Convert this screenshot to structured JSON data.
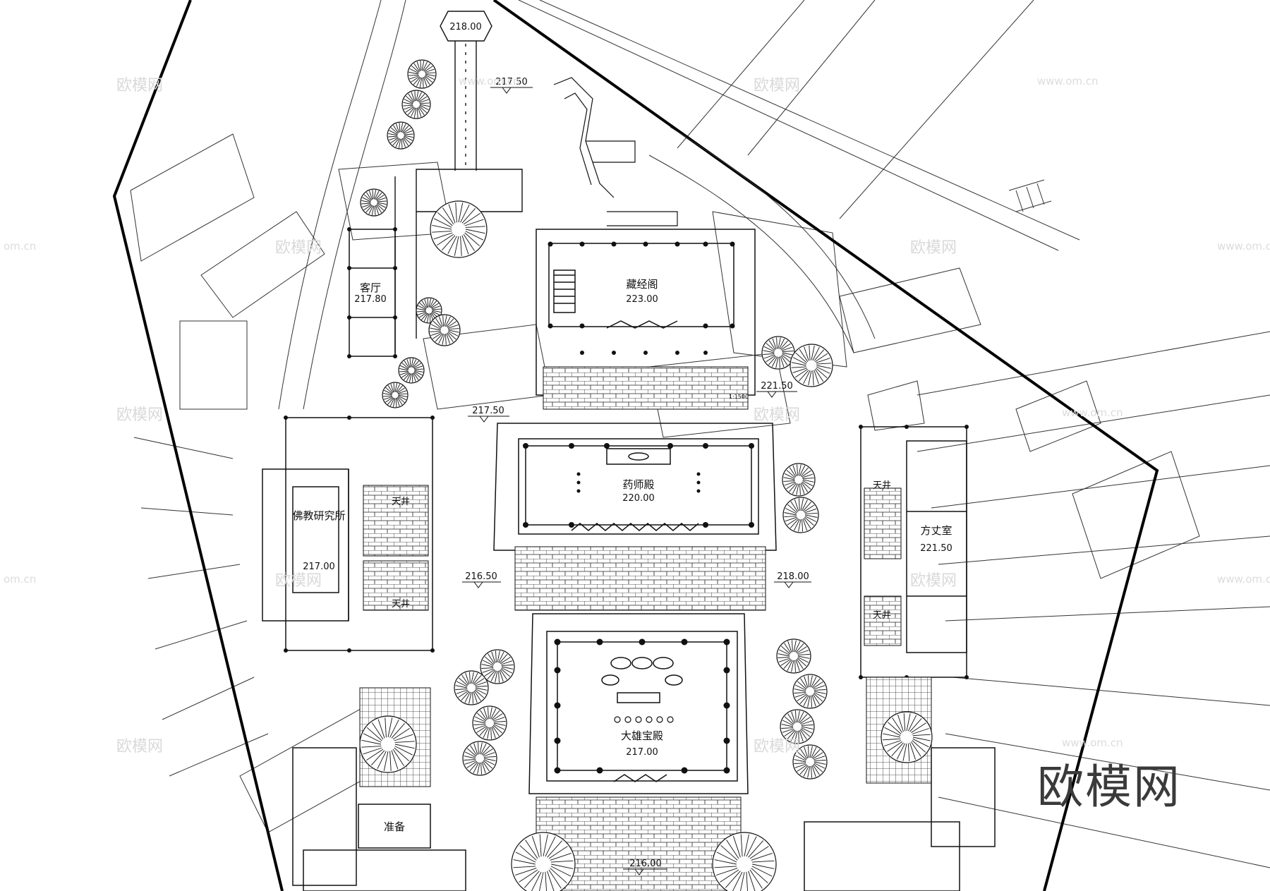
{
  "halls": {
    "zangjingge": {
      "name": "藏经阁",
      "elev": "223.00"
    },
    "yaoshidian": {
      "name": "药师殿",
      "elev": "220.00"
    },
    "daxiongbaodian": {
      "name": "大雄宝殿",
      "elev": "217.00"
    },
    "fojiao": {
      "name": "佛教研究所",
      "elev": "217.00"
    },
    "ketin": {
      "name": "客厅",
      "elev": "217.80"
    },
    "fangzhang": {
      "name": "方丈室",
      "elev": "221.50"
    },
    "zhunbei": {
      "name": "准备"
    },
    "tianjing": "天井",
    "tianjing2": "天井",
    "tianjing3": "天井",
    "tianjing4": "天井"
  },
  "elevations": {
    "pavilion": "218.00",
    "north": "217.50",
    "mid": "217.50",
    "east": "221.50",
    "court_west": "216.50",
    "court_east": "218.00",
    "south": "216.00",
    "slope": "1:1500"
  },
  "watermark": {
    "text": "欧模网",
    "url": "www.om.cn",
    "url_left": "om.cn"
  },
  "colors": {
    "line": "#111111",
    "watermark": "#d9d9d9"
  }
}
